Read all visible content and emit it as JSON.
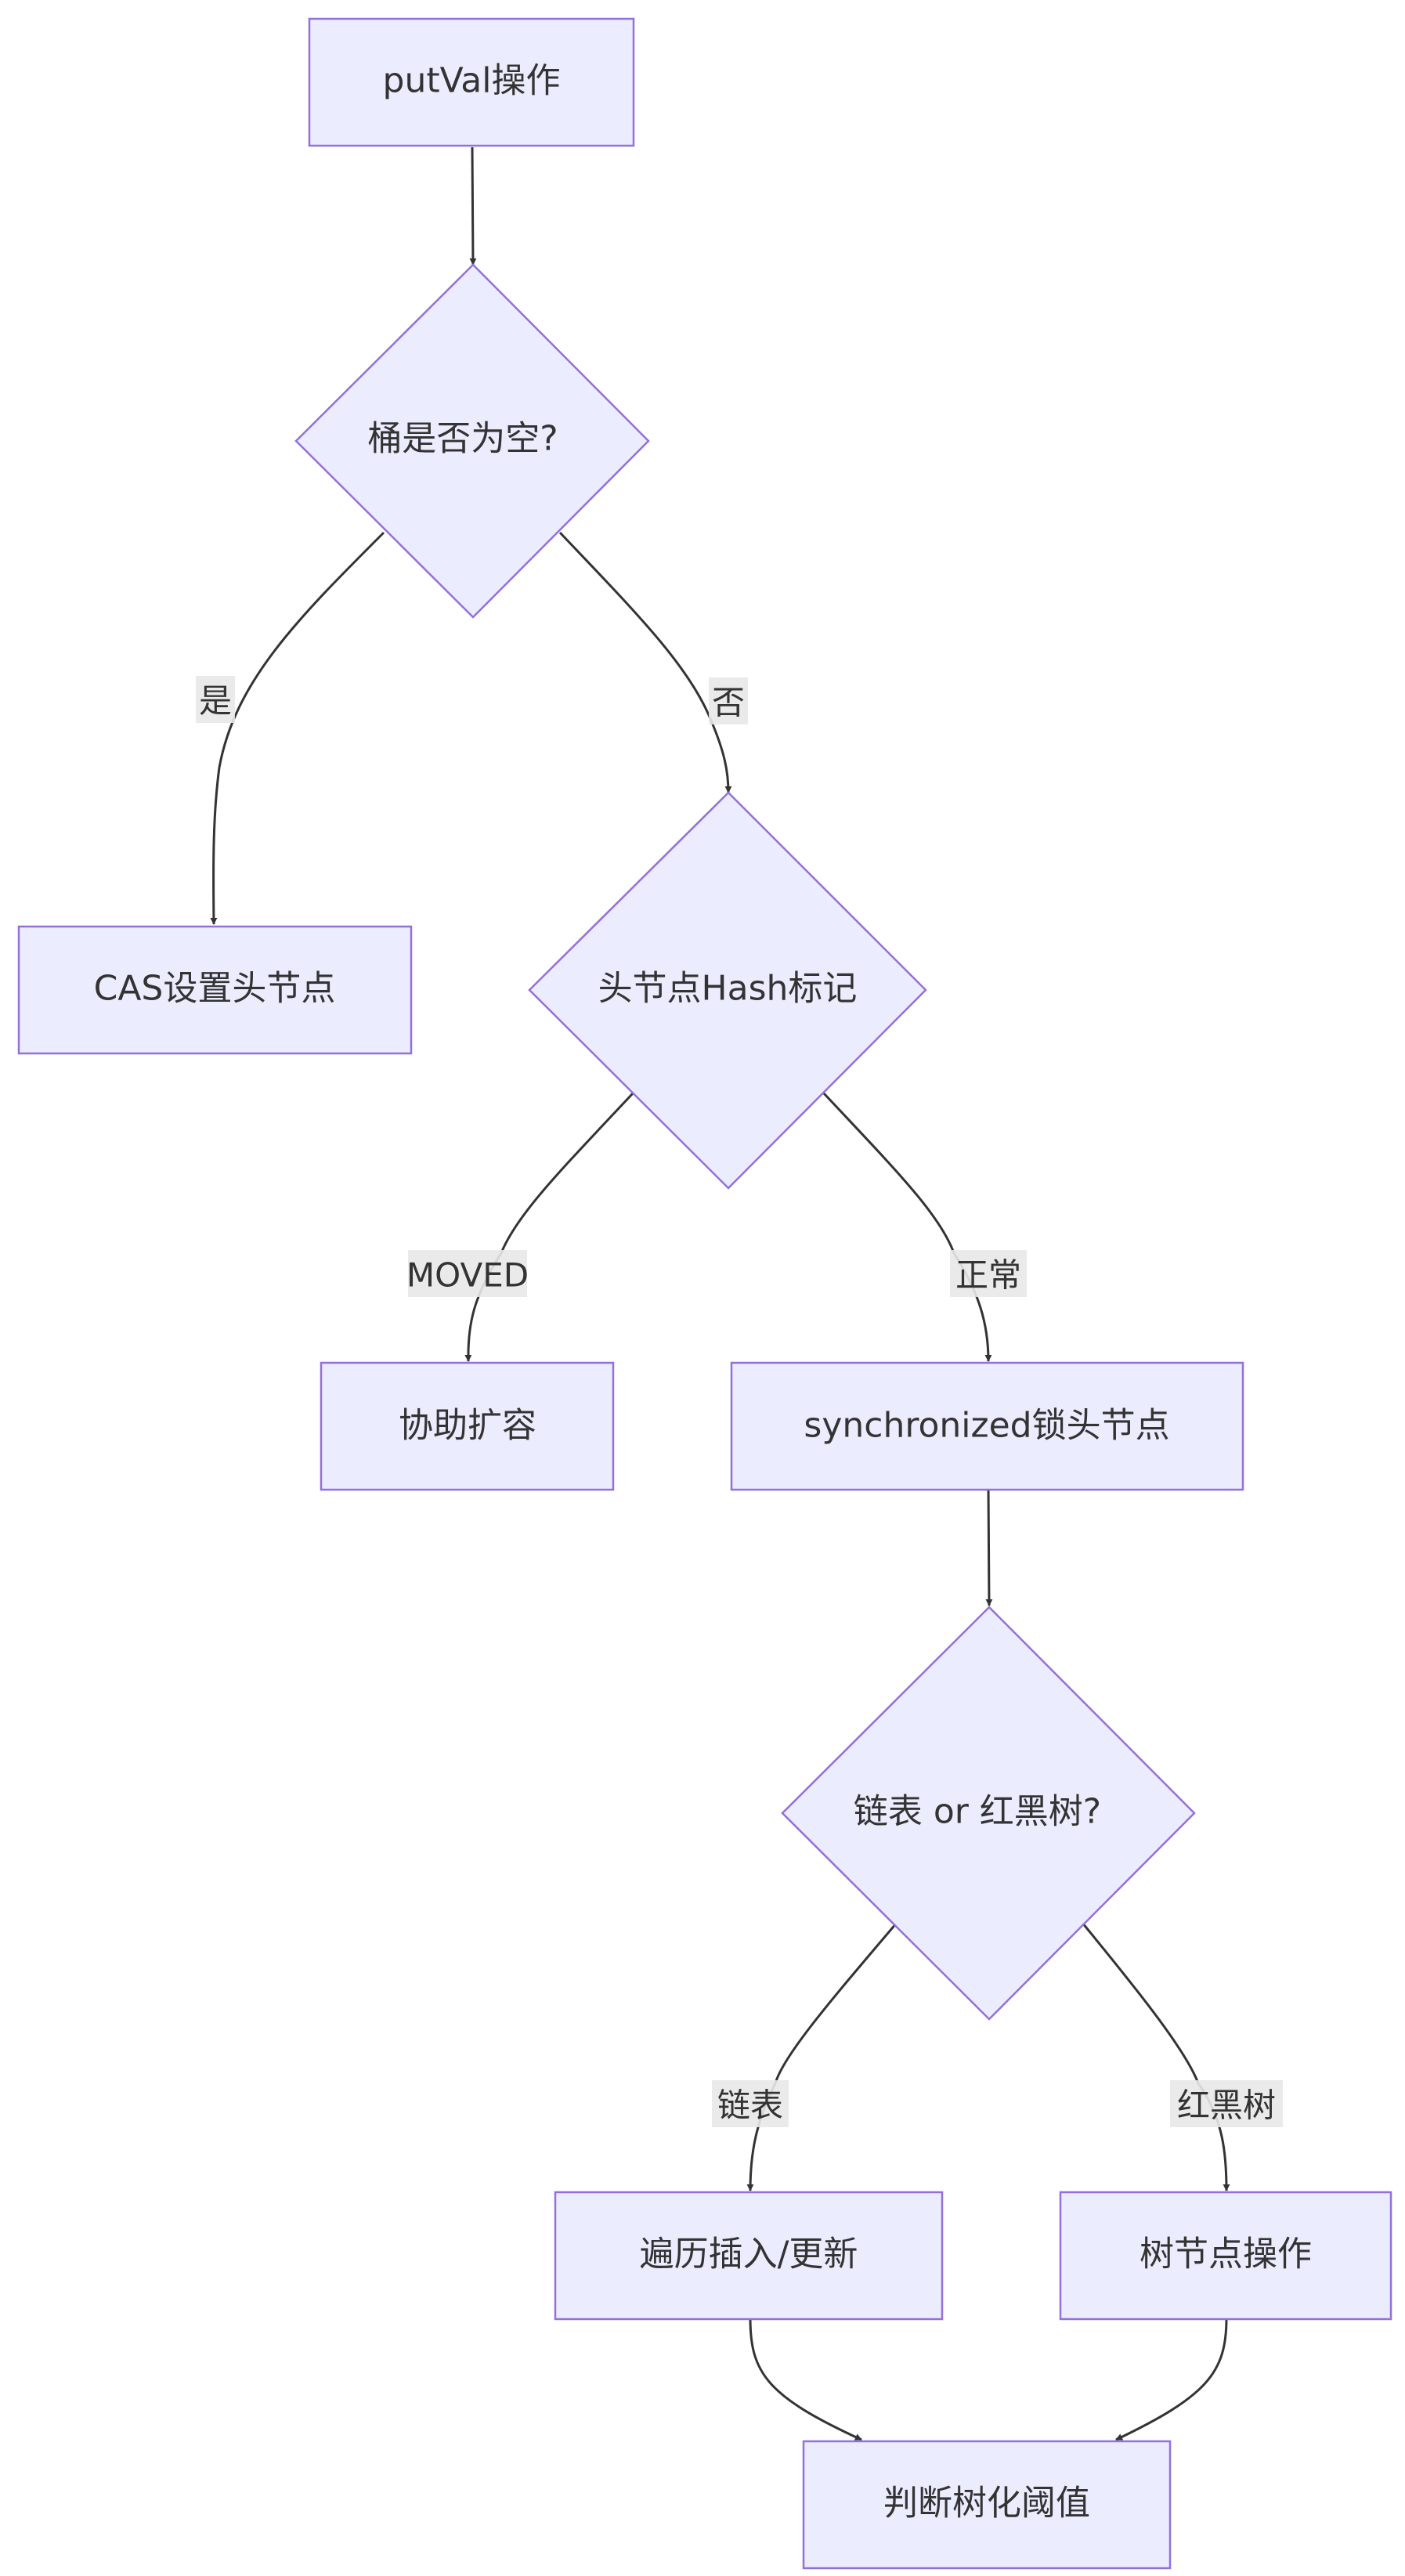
{
  "nodes": {
    "start": "putVal操作",
    "bucket_empty": "桶是否为空?",
    "cas_set_head": "CAS设置头节点",
    "head_hash_flag": "头节点Hash标记",
    "help_resize": "协助扩容",
    "sync_lock_head": "synchronized锁头节点",
    "list_or_tree": "链表 or 红黑树?",
    "traverse_insert": "遍历插入/更新",
    "tree_node_op": "树节点操作",
    "treeify_threshold": "判断树化阈值"
  },
  "edge_labels": {
    "yes": "是",
    "no": "否",
    "moved": "MOVED",
    "normal": "正常",
    "linked_list": "链表",
    "red_black_tree": "红黑树"
  },
  "colors": {
    "node_fill": "#ececff",
    "node_stroke": "#9370db",
    "edge": "#333333",
    "label_bg": "#e8e8e8"
  }
}
